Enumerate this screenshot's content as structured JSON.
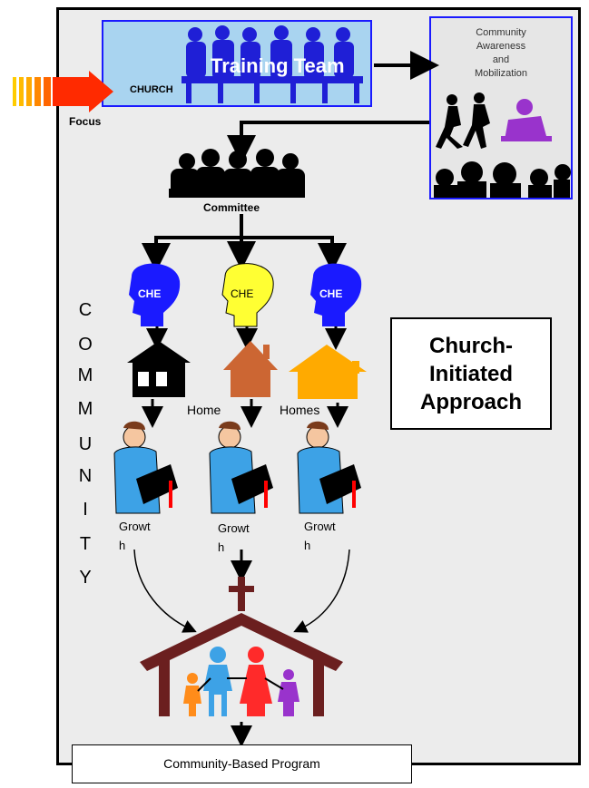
{
  "title_box": {
    "training_team": "Training Team",
    "church": "CHURCH"
  },
  "focus_label": "Focus",
  "awareness_box": {
    "line1": "Community",
    "line2": "Awareness",
    "line3": "and",
    "line4": "Mobilization"
  },
  "committee_label": "Committee",
  "che_labels": [
    "CHE",
    "CHE",
    "CHE"
  ],
  "community_letters": [
    "C",
    "O",
    "M",
    "M",
    "U",
    "N",
    "I",
    "T",
    "Y"
  ],
  "home_labels": {
    "home": "Home",
    "homes": "Homes"
  },
  "growth_labels": [
    {
      "line1": "Growt",
      "line2": "h"
    },
    {
      "line1": "Growt",
      "line2": "h"
    },
    {
      "line1": "Growt",
      "line2": "h"
    }
  ],
  "approach_box": {
    "line1": "Church-",
    "line2": "Initiated",
    "line3": "Approach"
  },
  "bottom_box": "Community-Based Program",
  "colors": {
    "frame_bg": "#ececec",
    "blue_box": "#a9d4f0",
    "people_blue": "#1f1fd6",
    "arrow_red": "#ff2a00",
    "arrow_orange": "#ff9900",
    "che_blue": "#1a1aff",
    "che_yellow": "#ffff33",
    "house_black": "#000000",
    "house_brown": "#cc6633",
    "house_orange": "#ffaa00",
    "church_brown": "#6b1f1f",
    "purple": "#9933cc"
  }
}
